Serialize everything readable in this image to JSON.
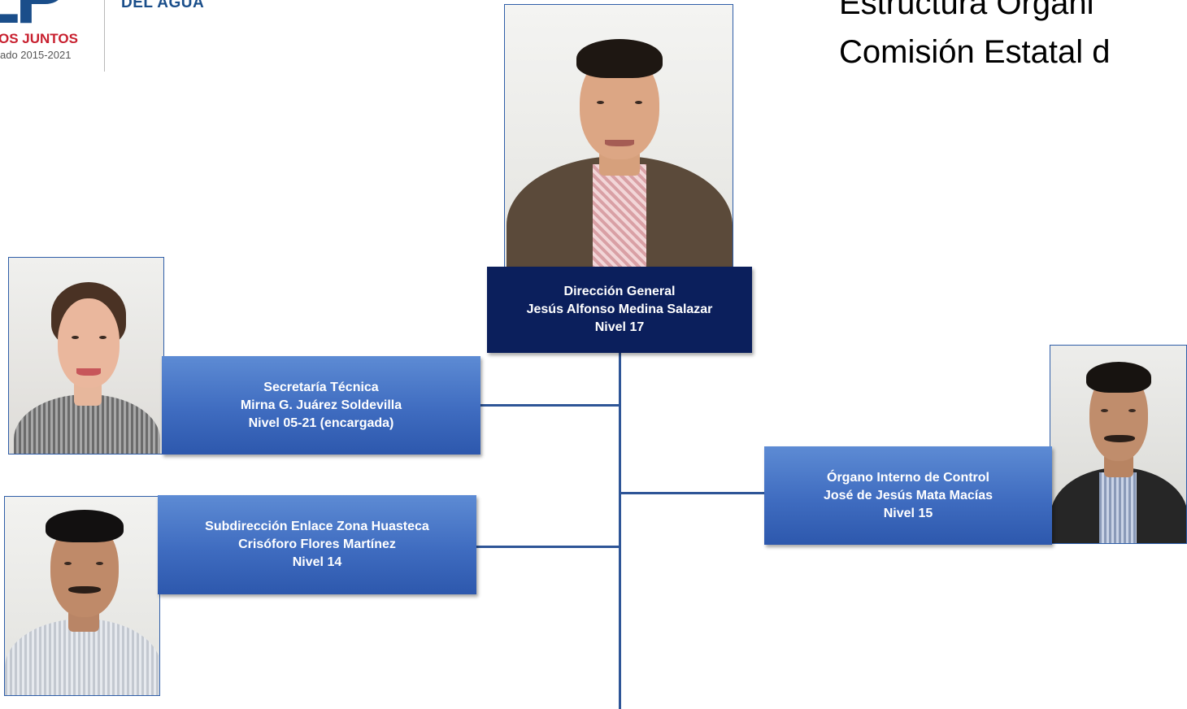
{
  "logo": {
    "left_fragment": "LP",
    "tagline": "OS JUNTOS",
    "period": "ado 2015-2021",
    "right_text": "DEL AGUA"
  },
  "heading": {
    "line1": "Estructura Organi",
    "line2": "Comisión Estatal d"
  },
  "nodes": {
    "director": {
      "title": "Dirección General",
      "name": "Jesús Alfonso Medina Salazar",
      "level": "Nivel 17"
    },
    "secretaria": {
      "title": "Secretaría  Técnica",
      "name": "Mirna G. Juárez Soldevilla",
      "level": "Nivel 05-21 (encargada)"
    },
    "organo": {
      "title": "Órgano Interno de Control",
      "name": "José de Jesús Mata Macías",
      "level": "Nivel 15"
    },
    "subdireccion": {
      "title": "Subdirección Enlace Zona Huasteca",
      "name": "Crisóforo Flores Martínez",
      "level": "Nivel 14"
    }
  },
  "colors": {
    "navy_box": "#0b1f5c",
    "blue_box": "#3f6cc0",
    "connector": "#2e5597",
    "logo_blue": "#1a4e8a",
    "logo_red": "#c8202f"
  }
}
